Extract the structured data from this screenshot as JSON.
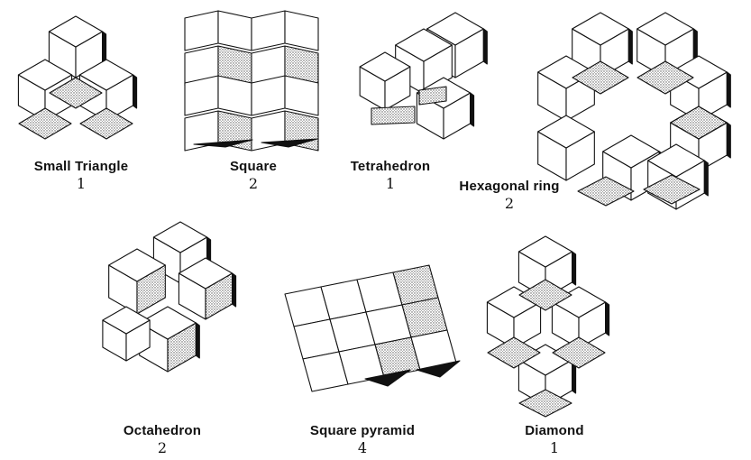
{
  "figures": [
    {
      "name": "Small Triangle",
      "count": "1",
      "icon": "small-triangle-cluster"
    },
    {
      "name": "Square",
      "count": "2",
      "icon": "square-cluster"
    },
    {
      "name": "Tetrahedron",
      "count": "1",
      "icon": "tetrahedron-cluster"
    },
    {
      "name": "Hexagonal ring",
      "count": "2",
      "icon": "hexagonal-ring-cluster"
    },
    {
      "name": "Octahedron",
      "count": "2",
      "icon": "octahedron-cluster"
    },
    {
      "name": "Square pyramid",
      "count": "4",
      "icon": "square-pyramid-cluster"
    },
    {
      "name": "Diamond",
      "count": "1",
      "icon": "diamond-cluster"
    }
  ],
  "colors": {
    "face": "#ffffff",
    "shade": "#cfcfcf",
    "dark": "#111111",
    "line": "#111111"
  }
}
